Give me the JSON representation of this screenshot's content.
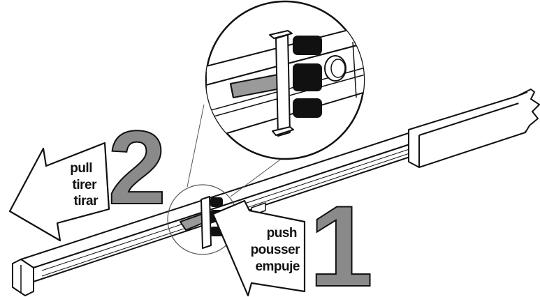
{
  "pull_arrow": {
    "line1": "pull",
    "line2": "tirer",
    "line3": "tirar"
  },
  "push_arrow": {
    "line1": "push",
    "line2": "pousser",
    "line3": "empuje"
  },
  "steps": {
    "first": "1",
    "second": "2"
  },
  "colors": {
    "ink": "#111111",
    "gray": "#8a8a8a",
    "light": "#f2f2f2",
    "paper": "#ffffff"
  }
}
